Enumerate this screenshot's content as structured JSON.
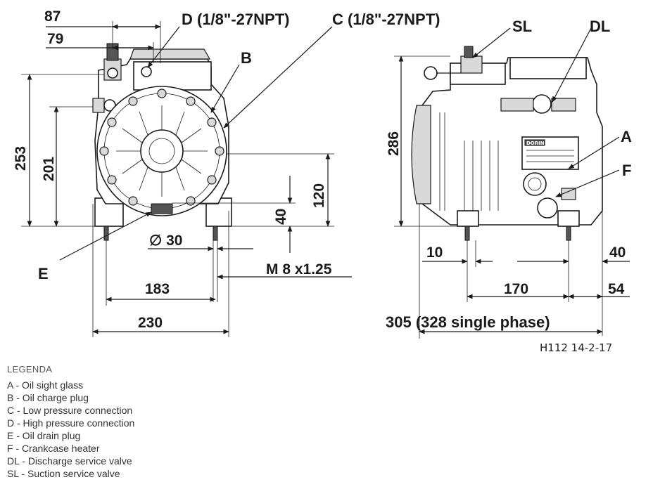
{
  "labels": {
    "dim_87": "87",
    "dim_79": "79",
    "conn_d": "D (1/8\"-27NPT)",
    "conn_c": "C (1/8\"-27NPT)",
    "mark_b": "B",
    "dim_253": "253",
    "dim_201": "201",
    "dim_120": "120",
    "dim_40_left": "40",
    "dia_30": "∅ 30",
    "thread": "M 8 x1.25",
    "dim_183": "183",
    "dim_230": "230",
    "mark_e": "E",
    "mark_sl": "SL",
    "mark_dl": "DL",
    "mark_a": "A",
    "mark_f": "F",
    "dim_286": "286",
    "dim_10": "10",
    "dim_40_right": "40",
    "dim_170": "170",
    "dim_54": "54",
    "dim_305": "305 (328 single phase)",
    "drawing_ref": "H112 14-2-17",
    "brand_plate": "DORIN"
  },
  "legend": {
    "title": "LEGENDA",
    "items": [
      "A - Oil sight glass",
      "B - Oil charge plug",
      "C - Low pressure connection",
      "D - High pressure connection",
      "E - Oil drain plug",
      "F - Crankcase heater",
      "DL - Discharge service valve",
      "SL - Suction service valve"
    ]
  }
}
